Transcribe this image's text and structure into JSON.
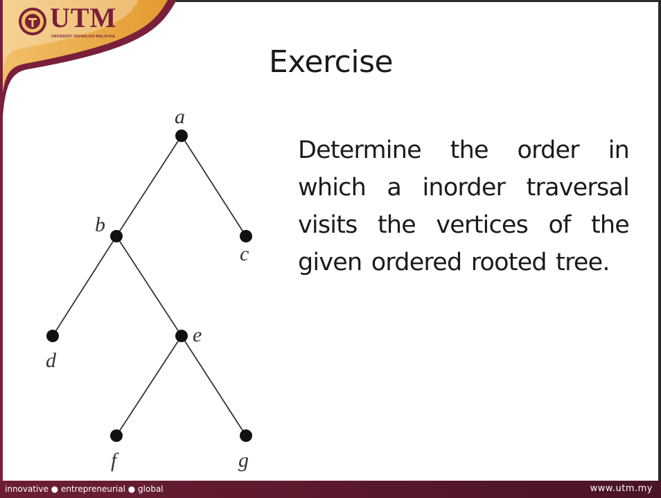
{
  "slide": {
    "title": "Exercise",
    "body": "Determine the order in which a inorder traversal visits the vertices of the given ordered rooted tree."
  },
  "logo": {
    "wordmark": "UTM",
    "subtext": "UNIVERSITI TEKNOLOGI MALAYSIA"
  },
  "tree": {
    "nodes": [
      {
        "id": "a",
        "label": "a"
      },
      {
        "id": "b",
        "label": "b"
      },
      {
        "id": "c",
        "label": "c"
      },
      {
        "id": "d",
        "label": "d"
      },
      {
        "id": "e",
        "label": "e"
      },
      {
        "id": "f",
        "label": "f"
      },
      {
        "id": "g",
        "label": "g"
      }
    ],
    "edges": [
      [
        "a",
        "b"
      ],
      [
        "a",
        "c"
      ],
      [
        "b",
        "d"
      ],
      [
        "b",
        "e"
      ],
      [
        "e",
        "f"
      ],
      [
        "e",
        "g"
      ]
    ]
  },
  "footer": {
    "tagline": "innovative ● entrepreneurial ● global",
    "url": "www.utm.my"
  },
  "colors": {
    "brand_maroon": "#7a1f3a",
    "brand_gold": "#e8a23a",
    "footer_bg": "#5c1a2e"
  }
}
